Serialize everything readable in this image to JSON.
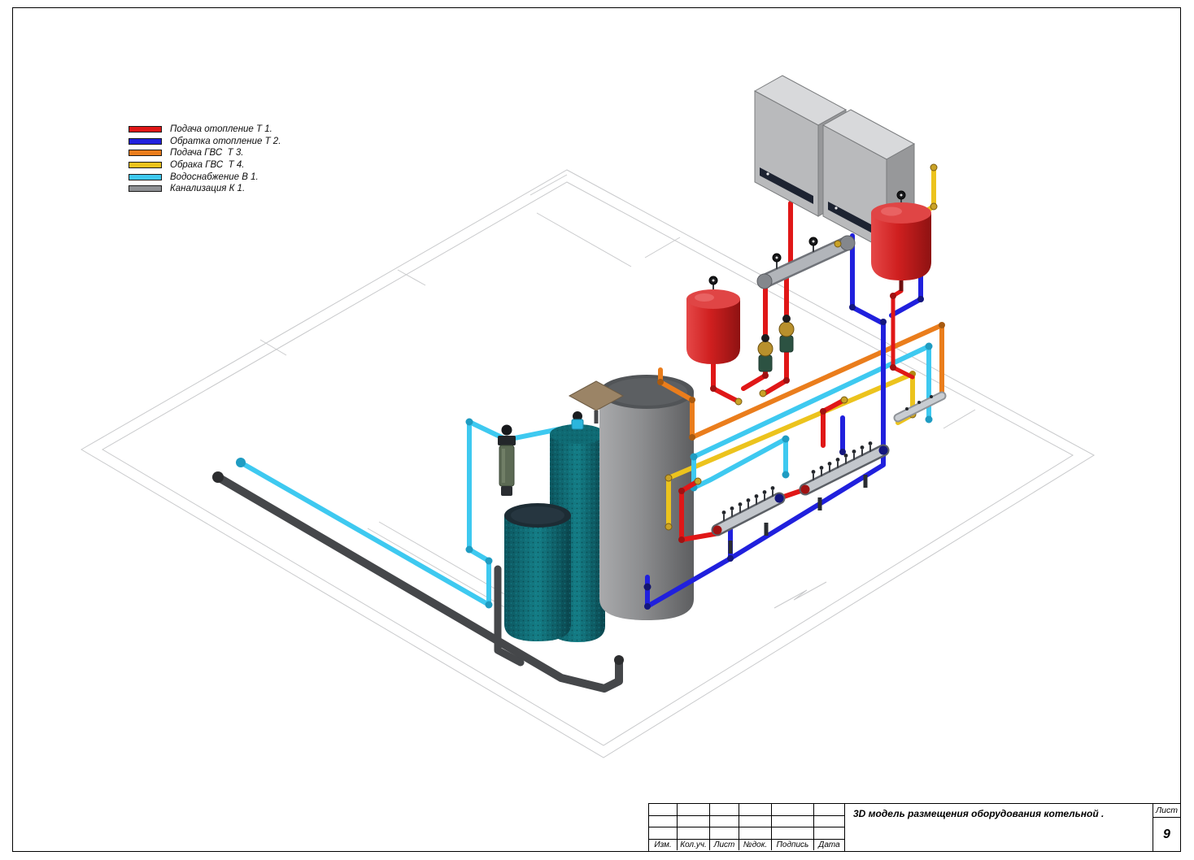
{
  "legend": {
    "items": [
      {
        "name": "heating-supply",
        "label": "Подача отопление Т 1.",
        "color": "#e01717"
      },
      {
        "name": "heating-return",
        "label": "Обратка отопление Т 2.",
        "color": "#2020dd"
      },
      {
        "name": "dhw-supply",
        "label": "Подача ГВС  Т 3.",
        "color": "#ea7d1c"
      },
      {
        "name": "dhw-return",
        "label": "Обрака ГВС  Т 4.",
        "color": "#ecc31d"
      },
      {
        "name": "water-supply",
        "label": "Водоснабжение В 1.",
        "color": "#3ec9f0"
      },
      {
        "name": "sewage",
        "label": "Канализация К 1.",
        "color": "#8e9094"
      }
    ]
  },
  "title_block": {
    "title": "3D модель размещения оборудования котельной .",
    "sheet_label": "Лист",
    "sheet_number": "9",
    "columns": [
      "Изм.",
      "Кол.уч.",
      "Лист",
      "№док.",
      "Подпись",
      "Дата"
    ]
  }
}
